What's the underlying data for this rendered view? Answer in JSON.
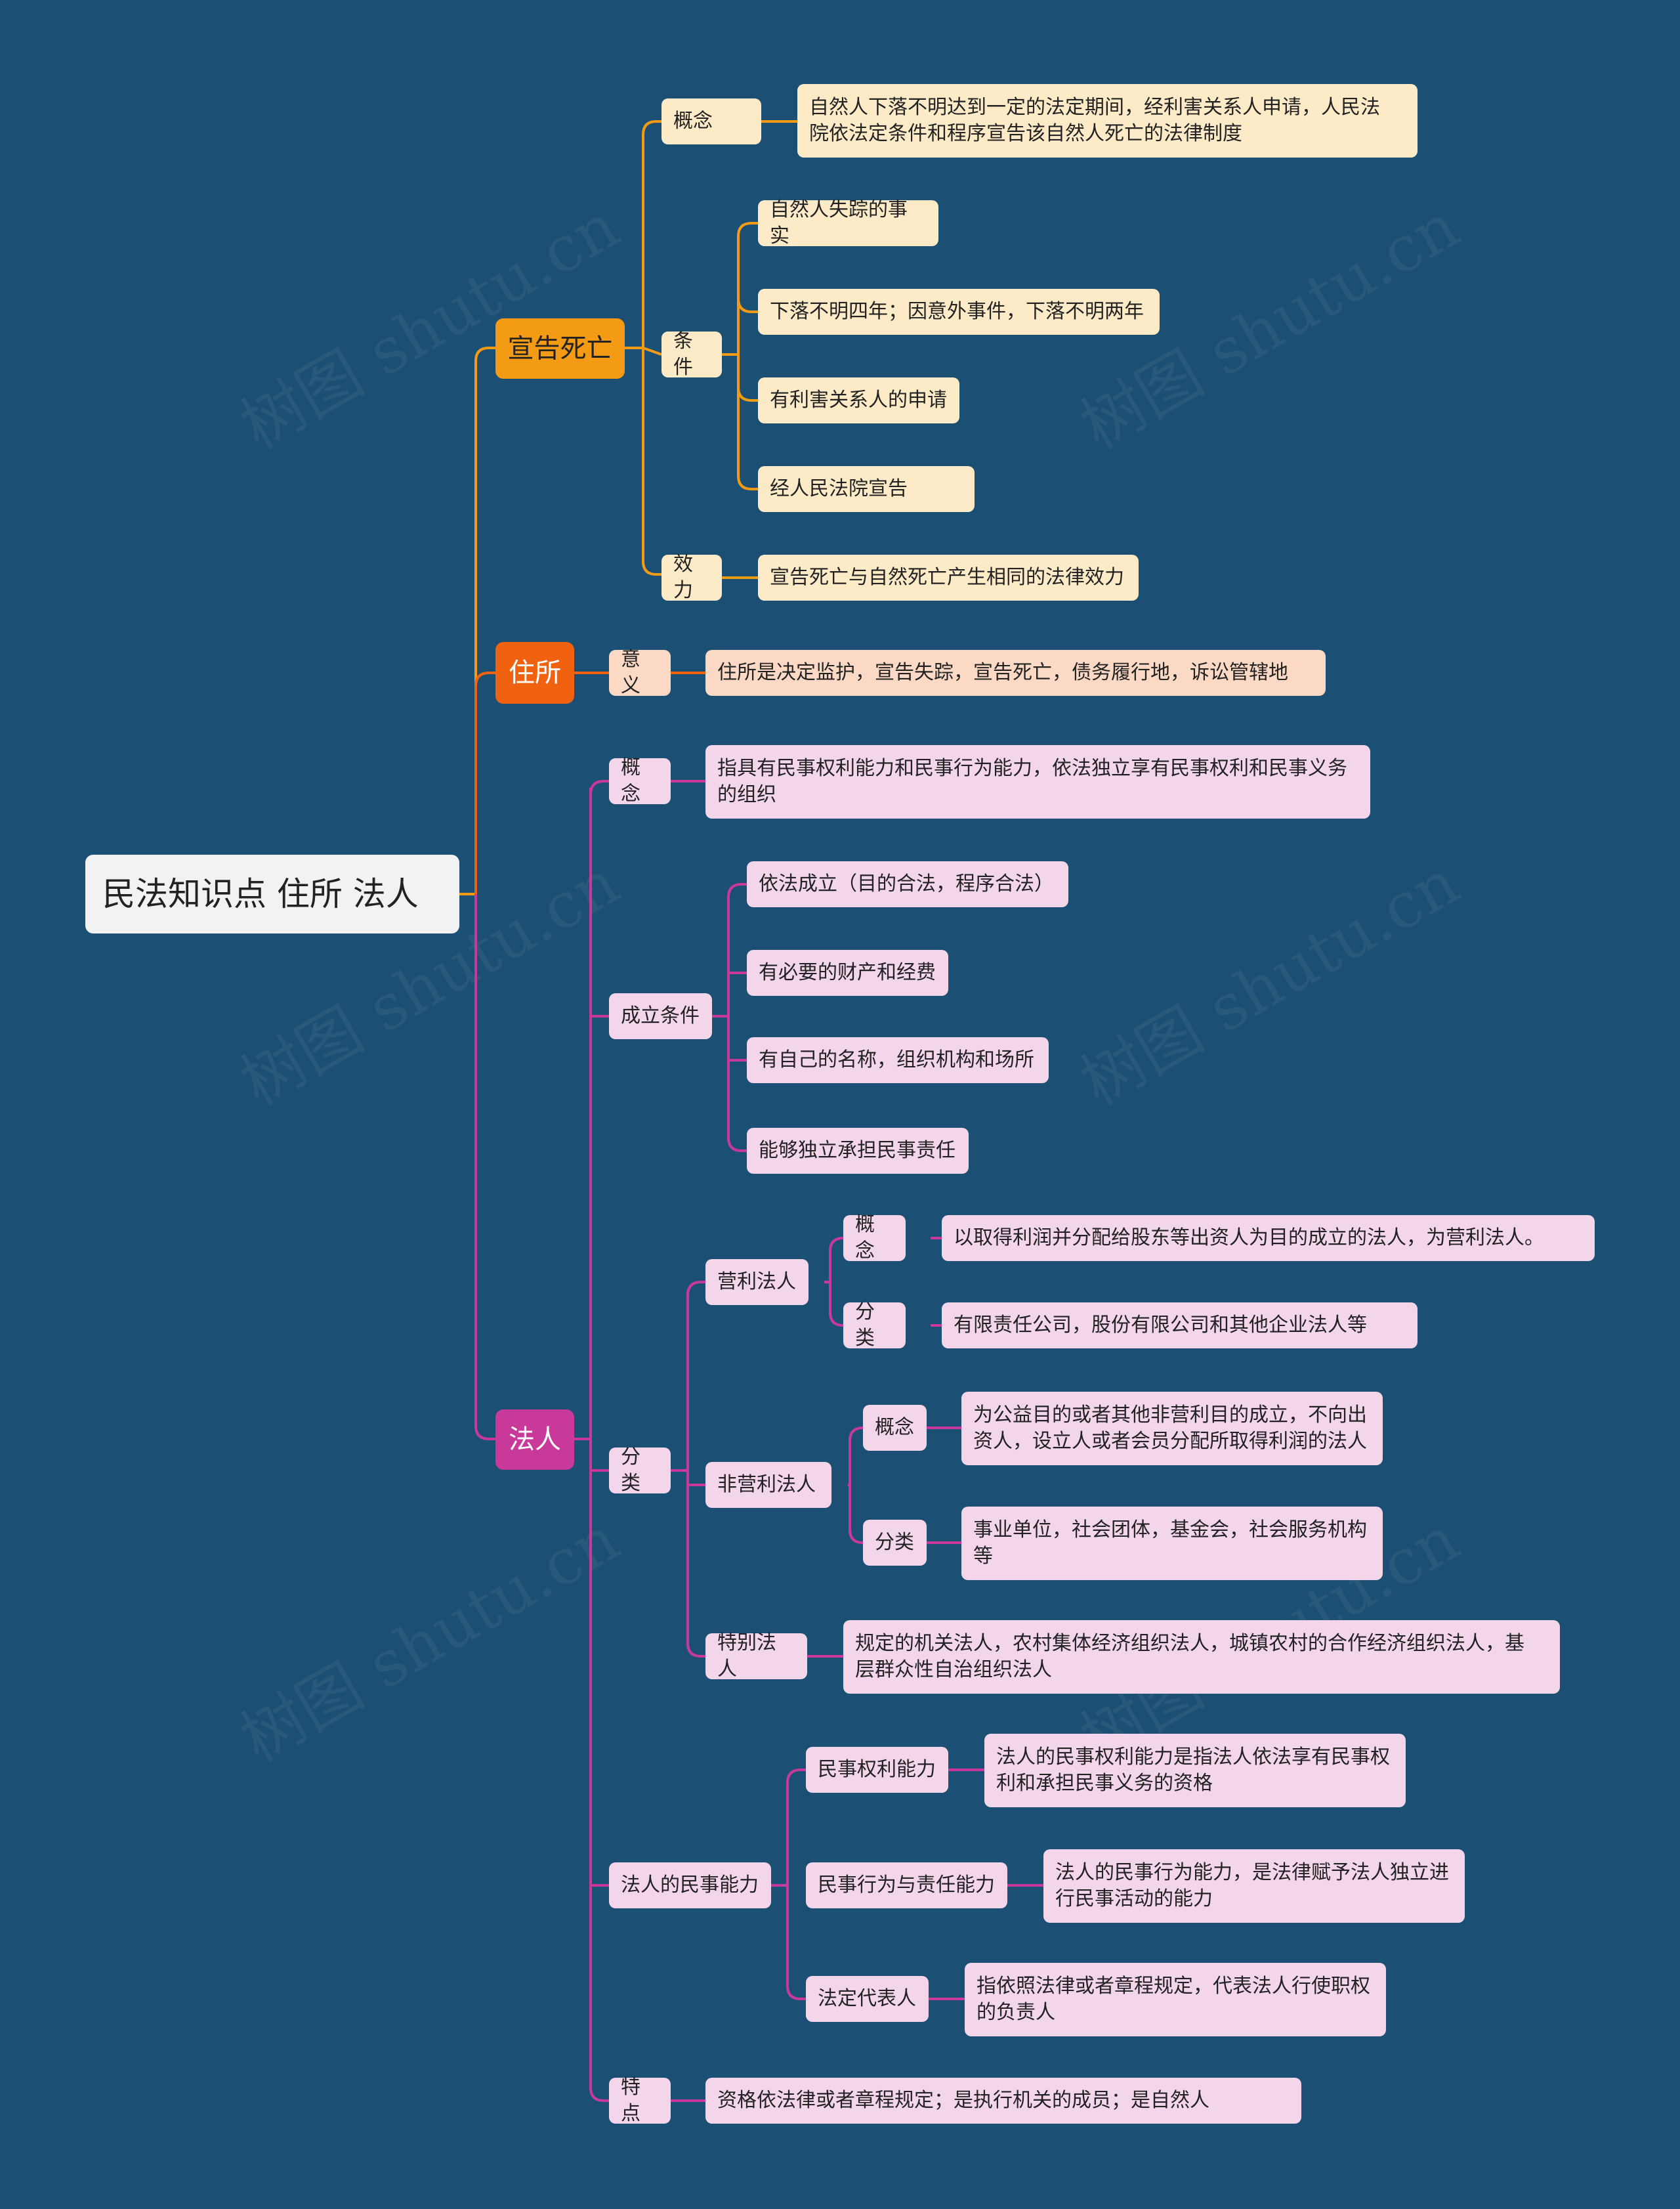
{
  "root": "民法知识点 住所  法人",
  "watermark": "树图 shutu.cn",
  "colors": {
    "background": "#1b4f73",
    "orange": "#f49b16",
    "red": "#f0620f",
    "purple": "#c8399a"
  },
  "b1": {
    "title": "宣告死亡",
    "concept_label": "概念",
    "concept_text": "自然人下落不明达到一定的法定期间，经利害关系人申请，人民法\n院依法定条件和程序宣告该自然人死亡的法律制度",
    "cond_label": "条件",
    "cond_items": [
      "自然人失踪的事实",
      "下落不明四年；因意外事件，下落不明两年",
      "有利害关系人的申请",
      "经人民法院宣告"
    ],
    "effect_label": "效力",
    "effect_text": "宣告死亡与自然死亡产生相同的法律效力"
  },
  "b2": {
    "title": "住所",
    "meaning_label": "意义",
    "meaning_text": "住所是决定监护，宣告失踪，宣告死亡，债务履行地，诉讼管辖地"
  },
  "b3": {
    "title": "法人",
    "concept_label": "概念",
    "concept_text": "指具有民事权利能力和民事行为能力，依法独立享有民事权利和民事义务\n的组织",
    "est_label": "成立条件",
    "est_items": [
      "依法成立（目的合法，程序合法）",
      "有必要的财产和经费",
      "有自己的名称，组织机构和场所",
      "能够独立承担民事责任"
    ],
    "class_label": "分类",
    "profit": {
      "label": "营利法人",
      "concept_label": "概念",
      "concept_text": "以取得利润并分配给股东等出资人为目的成立的法人，为营利法人。",
      "class_label": "分类",
      "class_text": "有限责任公司，股份有限公司和其他企业法人等"
    },
    "nonprofit": {
      "label": "非营利法人",
      "concept_label": "概念",
      "concept_text": "为公益目的或者其他非营利目的成立，不向出\n资人，设立人或者会员分配所取得利润的法人",
      "class_label": "分类",
      "class_text": "事业单位，社会团体，基金会，社会服务机构\n等"
    },
    "special": {
      "label": "特别法人",
      "text": "规定的机关法人，农村集体经济组织法人，城镇农村的合作经济组织法人，基\n层群众性自治组织法人"
    },
    "cap_label": "法人的民事能力",
    "cap_items": [
      {
        "label": "民事权利能力",
        "text": "法人的民事权利能力是指法人依法享有民事权\n利和承担民事义务的资格"
      },
      {
        "label": "民事行为与责任能力",
        "text": "法人的民事行为能力，是法律赋予法人独立进\n行民事活动的能力"
      },
      {
        "label": "法定代表人",
        "text": "指依照法律或者章程规定，代表法人行使职权\n的负责人"
      }
    ],
    "feature_label": "特点",
    "feature_text": "资格依法律或者章程规定；是执行机关的成员；是自然人"
  }
}
